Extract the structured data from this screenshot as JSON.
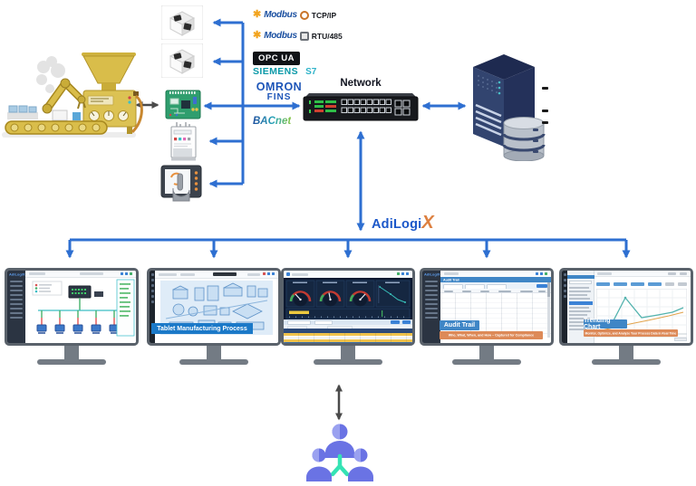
{
  "colors": {
    "arrow_blue": "#2E6FD1",
    "arrow_gray": "#4A4A4A",
    "brand_blue": "#1B57C9",
    "brand_orange": "#DD8040",
    "banner_orange": "#DD8A58",
    "badge_blue": "#3F86C6",
    "machine_gold": "#D9BD4A",
    "server_navy": "#2C3D6B"
  },
  "icons": {
    "modbus_star": "✱"
  },
  "network": {
    "label": "Network"
  },
  "brand": {
    "prefix": "AdiLogi",
    "x": "X"
  },
  "app_logo": "AdiLogiX",
  "protocols": [
    {
      "logo_text": "Modbus",
      "label": "TCP/IP"
    },
    {
      "logo_text": "Modbus",
      "label": "RTU/485"
    },
    {
      "label": "OPC UA"
    },
    {
      "brand": "SIEMENS",
      "label": "S7"
    },
    {
      "brand": "OMRON",
      "label": "FINS"
    },
    {
      "label": "BACnet"
    }
  ],
  "devices": {
    "icons": [
      "io-sensor-icon",
      "io-sensor-icon",
      "embedded-pcb-icon",
      "analyzer-instrument-icon",
      "hmi-touch-panel-icon"
    ]
  },
  "server": {
    "icons": [
      "server-tower-icon",
      "database-icon"
    ]
  },
  "monitors": {
    "topology": {},
    "process": {
      "banner": "Tablet Manufacturing Process"
    },
    "dashboard": {},
    "audit": {
      "header": "Audit Trail",
      "badge": "Audit Trail",
      "banner": "Who, What, When, and How – Captured for Compliance"
    },
    "trending": {
      "badge": "Trending Chart",
      "banner": "Monitor, Optimize, and Analyze Your Process Data in Real Time"
    }
  },
  "people_icon": "users-group-icon"
}
